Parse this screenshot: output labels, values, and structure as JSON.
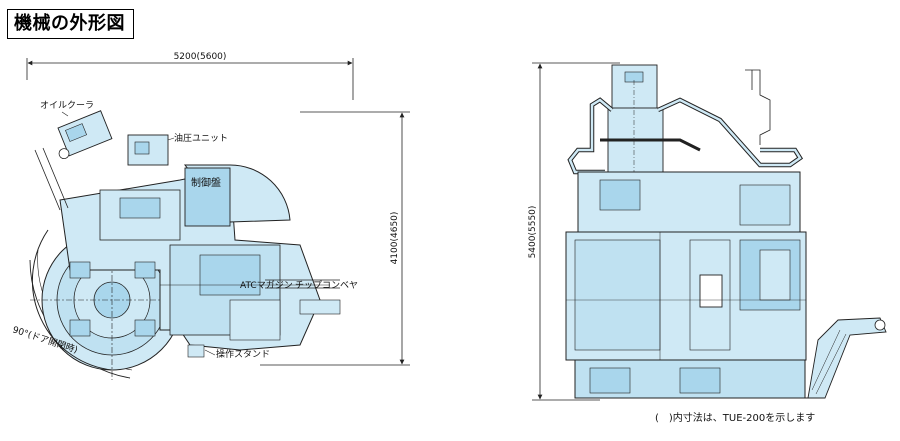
{
  "title": "機械の外形図",
  "plan_view": {
    "dim_width": "5200(5600)",
    "dim_depth": "4100(4650)",
    "label_oil_cooler": "オイルクーラ",
    "label_hydraulic_unit": "油圧ユニット",
    "label_control_panel": "制御盤",
    "label_atc_magazine": "ATCマガジン",
    "label_chip_conveyor": "チップコンベヤ",
    "label_operation_stand": "操作スタンド",
    "label_door_angle": "90°(ドア開閉時)"
  },
  "elevation_view": {
    "dim_height": "5400(5550)"
  },
  "footnote": "(　)内寸法は、TUE-200を示します",
  "colors": {
    "machine_fill": "#cfe9f5",
    "machine_fill_dark": "#a9d6ec",
    "line": "#222222"
  }
}
